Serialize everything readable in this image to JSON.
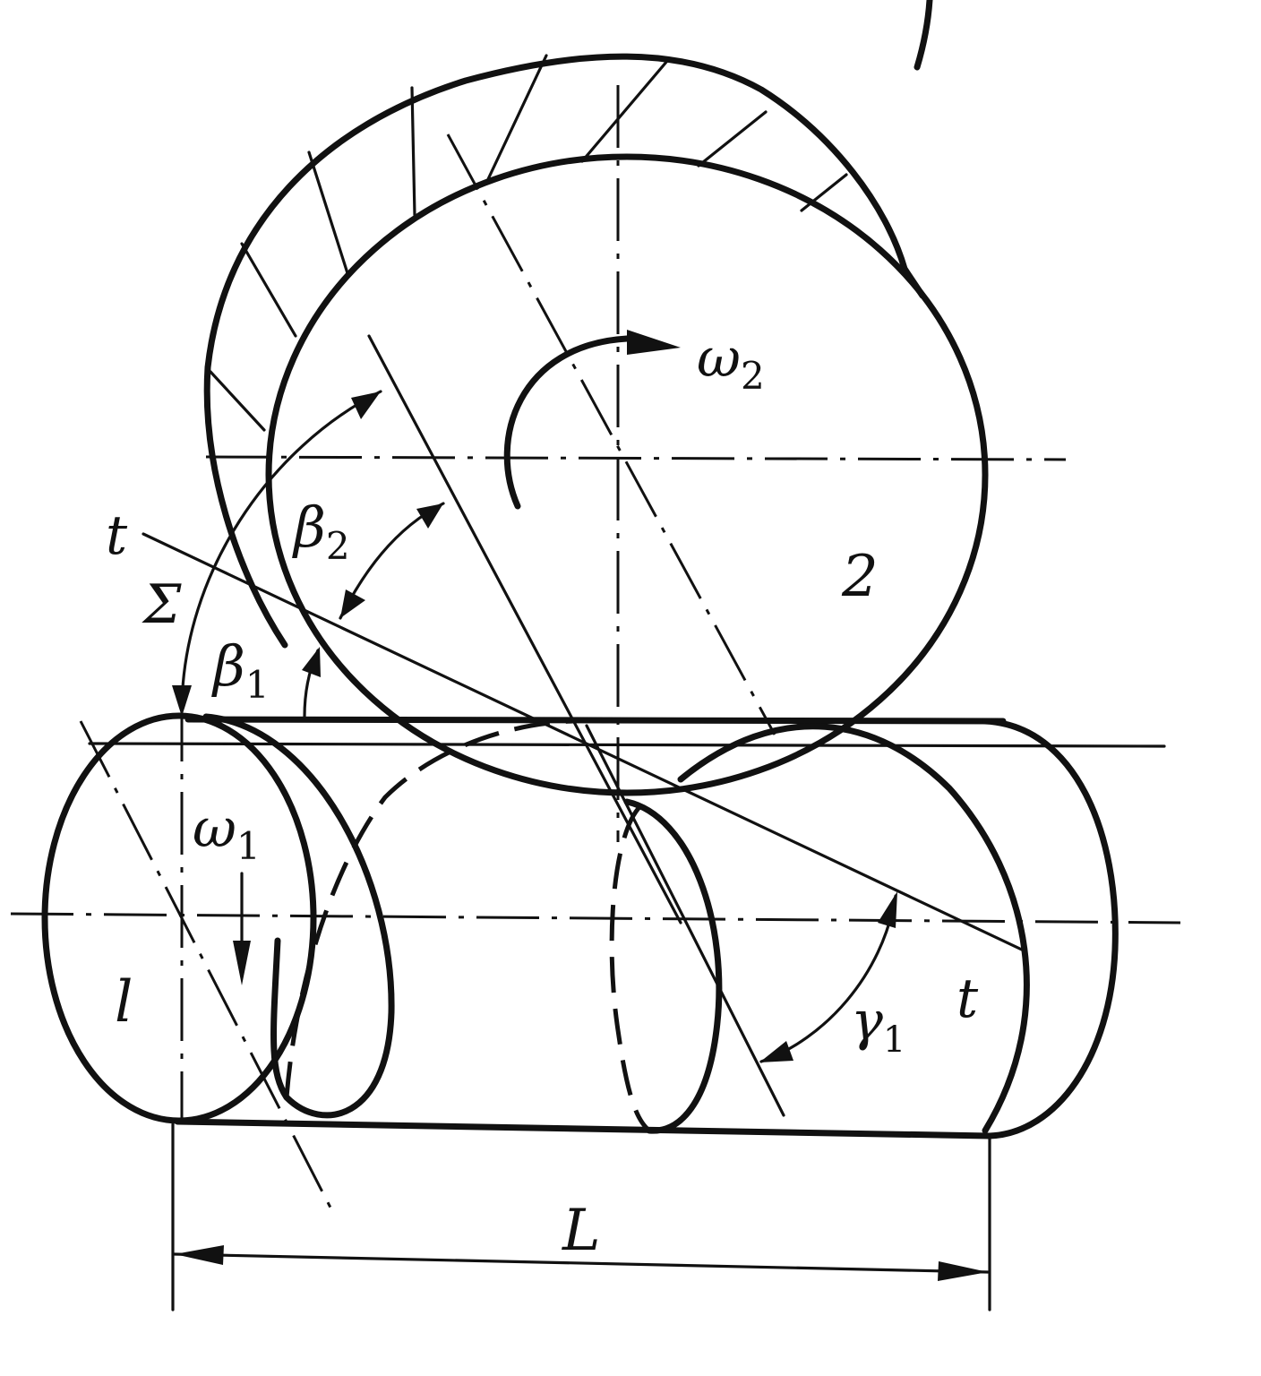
{
  "labels": {
    "omega2": "ω",
    "omega2_sub": "2",
    "omega1": "ω",
    "omega1_sub": "1",
    "beta2": "β",
    "beta2_sub": "2",
    "beta1": "β",
    "beta1_sub": "1",
    "gamma1": "γ",
    "gamma1_sub": "1",
    "sigma": "Σ",
    "t_left": "t",
    "t_right": "t",
    "gear2": "2",
    "gear1": "l",
    "length": "L"
  }
}
